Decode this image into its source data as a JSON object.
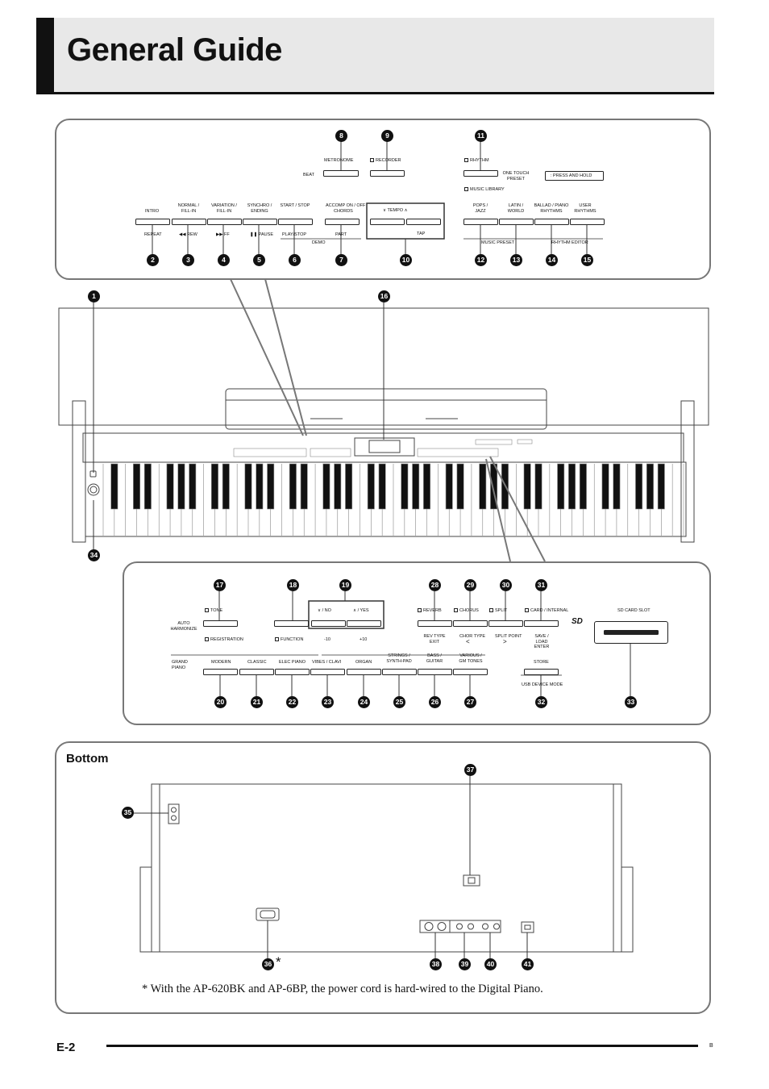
{
  "page": {
    "title": "General Guide",
    "bottom_heading": "Bottom",
    "footnote": "*  With the AP-620BK and AP-6BP, the power cord is hard-wired to the Digital Piano.",
    "page_number": "E-2",
    "footer_mark": "B"
  },
  "top_panel": {
    "metronome": "METRONOME",
    "beat": "BEAT",
    "recorder": "RECORDER",
    "rhythm": "RHYTHM",
    "one_touch_preset": "ONE TOUCH PRESET",
    "press_and_hold": ": PRESS AND HOLD",
    "music_library": "MUSIC LIBRARY",
    "intro": "INTRO",
    "normal_fill_in": "NORMAL / FILL-IN",
    "variation_fill_in": "VARIATION / FILL-IN",
    "synchro_ending": "SYNCHRO / ENDING",
    "start_stop": "START / STOP",
    "accomp_on_off": "ACCOMP ON / OFF",
    "chords": "CHORDS",
    "tempo": "TEMPO",
    "tap": "TAP",
    "pops_jazz": "POPS / JAZZ",
    "latin_world": "LATIN / WORLD",
    "ballad_piano_rhythms": "BALLAD / PIANO RHYTHMS",
    "user_rhythms": "USER RHYTHMS",
    "repeat": "REPEAT",
    "rew": "REW",
    "ff": "FF",
    "pause": "PAUSE",
    "play_stop": "PLAY/STOP",
    "part": "PART",
    "demo": "DEMO",
    "music_preset": "MUSIC PRESET",
    "rhythm_editor": "RHYTHM EDITOR"
  },
  "lower_panel": {
    "tone": "TONE",
    "auto_harmonize": "AUTO HARMONIZE",
    "registration": "REGISTRATION",
    "no": "/ NO",
    "yes": "/ YES",
    "function": "FUNCTION",
    "minus10": "-10",
    "plus10": "+10",
    "reverb": "REVERB",
    "chorus": "CHORUS",
    "split": "SPLIT",
    "card_internal": "CARD / INTERNAL",
    "rev_type_exit": "REV TYPE EXIT",
    "chor_type": "CHOR TYPE",
    "split_point": "SPLIT POINT",
    "save_load_enter": "SAVE / LOAD ENTER",
    "sd_card_slot": "SD CARD SLOT",
    "grand_piano": "GRAND PIANO",
    "modern": "MODERN",
    "classic": "CLASSIC",
    "elec_piano": "ELEC PIANO",
    "vibes_clavi": "VIBES / CLAVI",
    "organ": "ORGAN",
    "strings_synth_pad": "STRINGS / SYNTH-PAD",
    "bass_guitar": "BASS / GUITAR",
    "various_gm_tones": "VARIOUS / GM TONES",
    "store": "STORE",
    "usb_device_mode": "USB DEVICE MODE",
    "sd_logo": "SD"
  },
  "callouts": {
    "c1": "1",
    "c2": "2",
    "c3": "3",
    "c4": "4",
    "c5": "5",
    "c6": "6",
    "c7": "7",
    "c8": "8",
    "c9": "9",
    "c10": "10",
    "c11": "11",
    "c12": "12",
    "c13": "13",
    "c14": "14",
    "c15": "15",
    "c16": "16",
    "c17": "17",
    "c18": "18",
    "c19": "19",
    "c20": "20",
    "c21": "21",
    "c22": "22",
    "c23": "23",
    "c24": "24",
    "c25": "25",
    "c26": "26",
    "c27": "27",
    "c28": "28",
    "c29": "29",
    "c30": "30",
    "c31": "31",
    "c32": "32",
    "c33": "33",
    "c34": "34",
    "c35": "35",
    "c36": "36",
    "c37": "37",
    "c38": "38",
    "c39": "39",
    "c40": "40",
    "c41": "41",
    "asterisk": "*"
  }
}
